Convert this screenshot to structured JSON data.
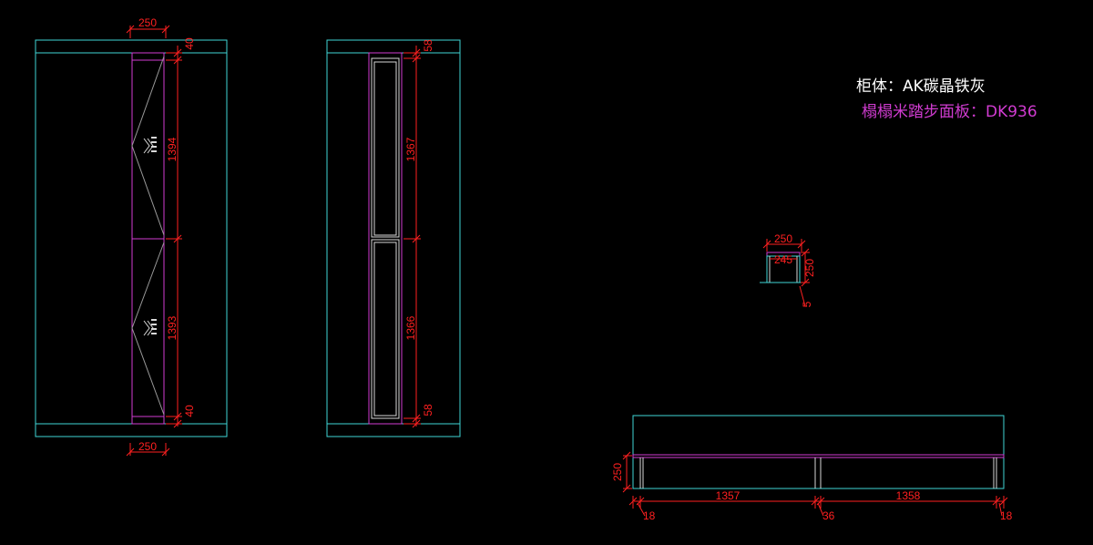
{
  "notes": {
    "cabinet_material": "柜体：AK碳晶铁灰",
    "tread_panel": "榻榻米踏步面板：DK936"
  },
  "views": {
    "left_elevation": {
      "dims": {
        "top_width": "250",
        "bottom_width": "250",
        "top_gap": "40",
        "upper_section": "1394",
        "lower_section": "1393",
        "bottom_gap": "40"
      }
    },
    "middle_elevation": {
      "dims": {
        "top_gap": "58",
        "upper_section": "1367",
        "lower_section": "1366",
        "bottom_gap": "58"
      }
    },
    "section_detail": {
      "dims": {
        "outer_width": "250",
        "inner_width": "245",
        "height": "250",
        "offset": "5"
      }
    },
    "plan_view": {
      "dims": {
        "height": "250",
        "left_bay": "1357",
        "right_bay": "1358",
        "left_edge": "18",
        "middle_divider": "36",
        "right_edge": "18"
      }
    }
  },
  "colors": {
    "frame": "#3fd6d6",
    "panel": "#d23cd2",
    "dimension": "#ff2020",
    "door_outline": "#d8d8d8",
    "background": "#000000"
  }
}
